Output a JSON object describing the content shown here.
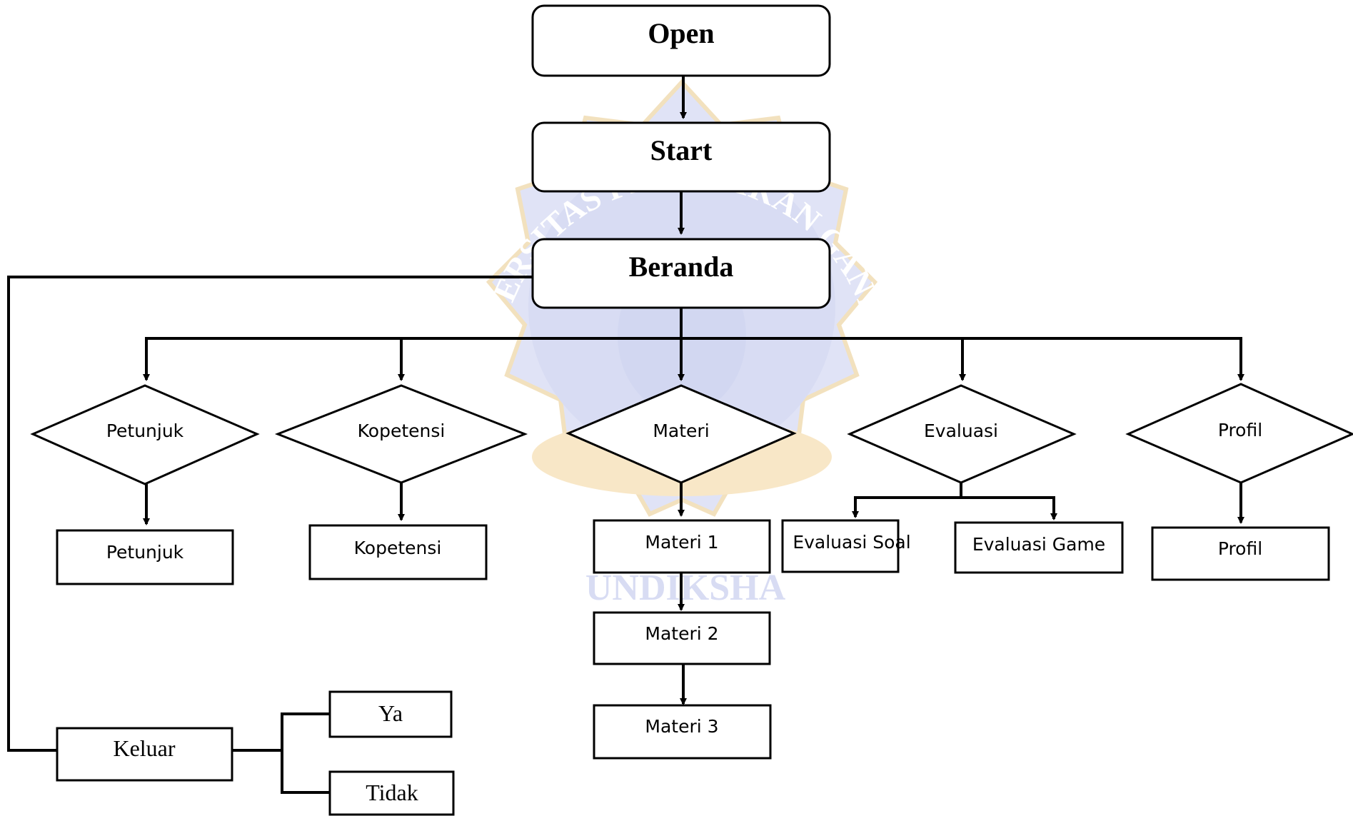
{
  "nodes": {
    "open": "Open",
    "start": "Start",
    "beranda": "Beranda",
    "petunjuk_decision": "Petunjuk",
    "kopetensi_decision": "Kopetensi",
    "materi_decision": "Materi",
    "evaluasi_decision": "Evaluasi",
    "profil_decision": "Profil",
    "petunjuk_box": "Petunjuk",
    "kopetensi_box": "Kopetensi",
    "materi1": "Materi 1",
    "materi2": "Materi 2",
    "materi3": "Materi 3",
    "evaluasi_soal": "Evaluasi Soal",
    "evaluasi_game": "Evaluasi Game",
    "profil_box": "Profil",
    "keluar": "Keluar",
    "ya": "Ya",
    "tidak": "Tidak"
  },
  "watermark": {
    "top_text": "UNIVERSITAS PENDIDIKAN GANESHA",
    "bottom_text": "UNDIKSHA",
    "color": "#c7cdef",
    "accent": "#f4d59a"
  }
}
